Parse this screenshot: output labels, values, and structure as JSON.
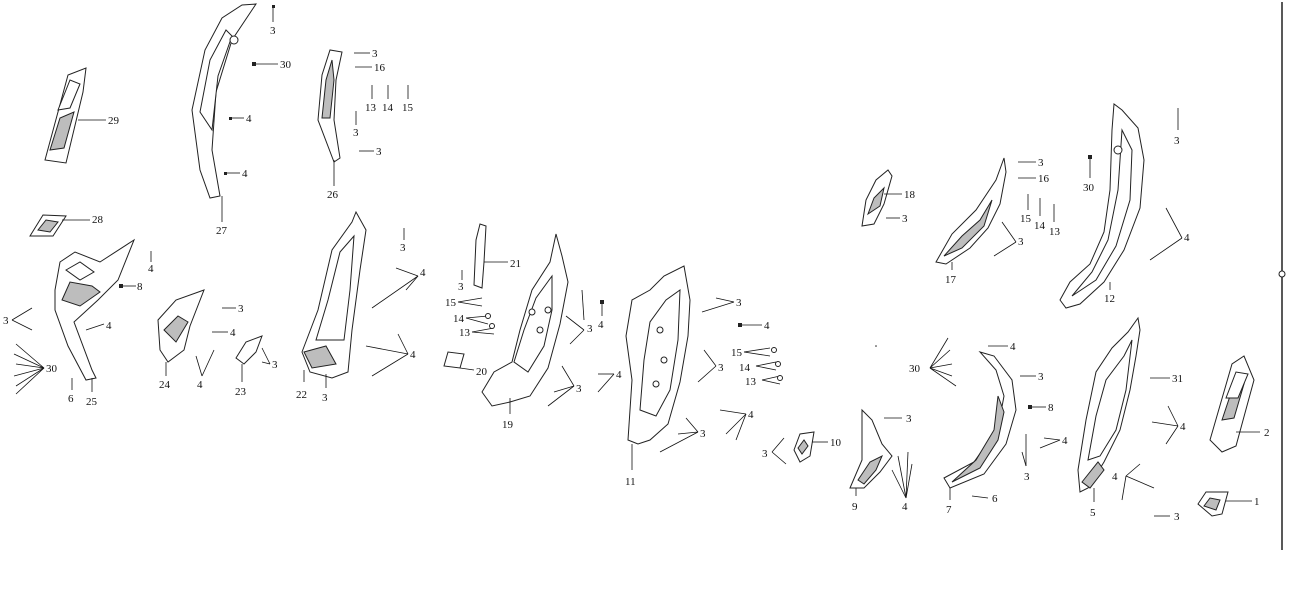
{
  "title": "",
  "callouts": {
    "p29": "29",
    "p28": "28",
    "p27": "27",
    "p26": "26",
    "p25": "25",
    "p24": "24",
    "p23": "23",
    "p22": "22",
    "p21": "21",
    "p20": "20",
    "p19": "19",
    "p18": "18",
    "p17": "17",
    "p12": "12",
    "p11": "11",
    "p10": "10",
    "p9": "9",
    "p7": "7",
    "p6": "6",
    "p5": "5",
    "p31": "31",
    "p2": "2",
    "p1": "1",
    "n3": "3",
    "n4": "4",
    "n6": "6",
    "n8": "8",
    "n13": "13",
    "n14": "14",
    "n15": "15",
    "n16": "16",
    "n30": "30"
  },
  "colors": {
    "line": "#222222",
    "background": "#ffffff",
    "shade": "#bdbdbd"
  }
}
